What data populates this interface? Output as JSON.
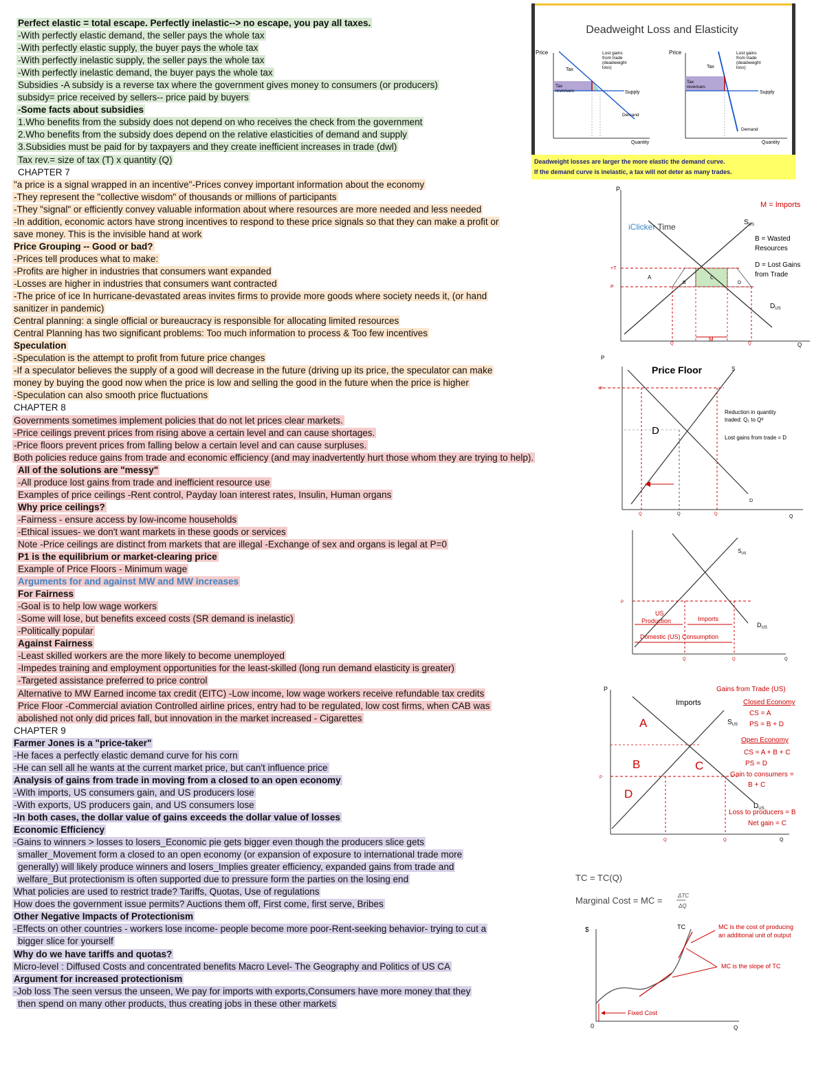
{
  "lines": [
    {
      "t": "Perfect elastic = total escape.  Perfectly inelastic--> no escape, you pay all taxes.",
      "h": "g",
      "s": "b",
      "i": 6
    },
    {
      "t": "-With perfectly elastic demand, the seller pays the whole tax",
      "h": "g",
      "i": 6
    },
    {
      "t": "-With perfectly elastic supply, the buyer pays the whole tax",
      "h": "g",
      "i": 6
    },
    {
      "t": "-With perfectly inelastic supply, the seller pays the whole tax",
      "h": "g",
      "i": 6
    },
    {
      "t": "-With perfectly inelastic demand, the buyer pays the whole tax",
      "h": "g",
      "i": 6
    },
    {
      "t": " Subsidies -A subsidy is a reverse tax where the government gives money to consumers (or producers)",
      "h": "g",
      "i": 6
    },
    {
      "t": "subsidy= price received by sellers-- price paid by buyers",
      "h": "g",
      "i": 6
    },
    {
      "t": "-Some facts about subsidies",
      "h": "g",
      "s": "b",
      "i": 6
    },
    {
      "t": "1.Who benefits from the subsidy does not depend on who receives  the check from the government",
      "h": "g",
      "i": 6
    },
    {
      "t": "2.Who benefits from the subsidy does depend on the relative elasticities of demand and supply",
      "h": "g",
      "i": 6
    },
    {
      "t": "3.Subsidies must be paid for by taxpayers and they create inefficient increases in trade (dwl)",
      "h": "g",
      "i": 6
    },
    {
      "t": "Tax rev.= size of tax (T)  x quantity (Q)",
      "h": "g",
      "i": 6
    },
    {
      "t": " CHAPTER 7",
      "h": "",
      "i": 6
    },
    {
      "t": "\"a price is a signal wrapped in an incentive\"-Prices convey important information about the economy",
      "h": "o"
    },
    {
      "t": "-They represent the \"collective wisdom\" of thousands or millions of participants",
      "h": "o"
    },
    {
      "t": "-They \"signal\" or efficiently convey valuable information about where resources are more needed and less needed",
      "h": "o"
    },
    {
      "t": "-In addition, economic actors have strong incentives to respond to these price signals so that they can make a profit or",
      "h": "o"
    },
    {
      "t": "save money. This is the invisible hand at work",
      "h": "o"
    },
    {
      "t": "Price Grouping -- Good or bad?",
      "h": "o",
      "s": "b"
    },
    {
      "t": "-Prices tell produces what to make:",
      "h": "o"
    },
    {
      "t": "-Profits are higher in industries that consumers want expanded",
      "h": "o"
    },
    {
      "t": "-Losses are higher in industries that consumers want contracted",
      "h": "o"
    },
    {
      "t": "-The price of ice In hurricane-devastated areas invites firms to provide more goods where society needs it, (or hand",
      "h": "o"
    },
    {
      "t": "sanitizer in pandemic)",
      "h": "o"
    },
    {
      "t": "Central planning: a single official or bureaucracy is responsible for allocating limited resources",
      "h": "o"
    },
    {
      "t": "Central Planning has two significant problems: Too much information to process & Too few incentives",
      "h": "o"
    },
    {
      "t": "Speculation",
      "h": "o",
      "s": "b"
    },
    {
      "t": "-Speculation is the attempt to profit from future price changes",
      "h": "o"
    },
    {
      "t": "-If a speculator believes the supply of a good will decrease in the future (driving up its price, the speculator can make",
      "h": "o"
    },
    {
      "t": "money by buying the good now when the price is low and selling the good in the future when the price is higher",
      "h": "o"
    },
    {
      "t": "-Speculation can also smooth price fluctuations",
      "h": "o"
    },
    {
      "t": "CHAPTER 8",
      "h": ""
    },
    {
      "t": "Governments sometimes implement policies that do not let prices clear markets.",
      "h": "p"
    },
    {
      "t": "-Price ceilings prevent prices from rising above a certain level and can cause shortages.",
      "h": "p"
    },
    {
      "t": "-Price floors prevent prices from falling below a certain level and can cause surpluses.",
      "h": "p"
    },
    {
      "t": " Both policies reduce gains from trade and economic efficiency (and may inadvertently hurt those whom they are trying to help).",
      "h": "p"
    },
    {
      "t": "  All of the solutions are \"messy\"",
      "h": "p",
      "s": "b",
      "i": 6
    },
    {
      "t": "-All produce lost gains from trade and inefficient resource use",
      "h": "p",
      "i": 6
    },
    {
      "t": "Examples of price ceilings  -Rent control, Payday loan interest rates, Insulin, Human organs",
      "h": "p",
      "i": 6
    },
    {
      "t": "Why price ceilings?",
      "h": "p",
      "s": "b",
      "i": 6
    },
    {
      "t": "-Fairness - ensure access by low-income households",
      "h": "p",
      "i": 6
    },
    {
      "t": "-Ethical issues- we don't want markets in these goods or services",
      "h": "p",
      "i": 6
    },
    {
      "t": "Note -Price ceilings are distinct from markets that are illegal       -Exchange of sex and organs is legal at P=0",
      "h": "p",
      "i": 6
    },
    {
      "t": "P1 is the equilibrium or market-clearing price",
      "h": "p",
      "s": "b",
      "i": 6
    },
    {
      "t": "Example of Price Floors - Minimum wage",
      "h": "p",
      "i": 6
    },
    {
      "t": "Arguments for and against MW and MW increases",
      "h": "p",
      "s": "blue",
      "i": 6
    },
    {
      "t": "For Fairness",
      "h": "p",
      "s": "b",
      "i": 6
    },
    {
      "t": "-Goal is to help low wage workers",
      "h": "p",
      "i": 6
    },
    {
      "t": "-Some will lose, but benefits exceed costs (SR demand is inelastic)",
      "h": "p",
      "i": 6
    },
    {
      "t": "-Politically popular",
      "h": "p",
      "i": 6
    },
    {
      "t": "Against Fairness",
      "h": "p",
      "s": "b",
      "i": 6
    },
    {
      "t": "-Least skilled workers are the more likely to become unemployed",
      "h": "p",
      "i": 6
    },
    {
      "t": "-Impedes training and employment opportunities for the least-skilled (long run demand elasticity is greater)",
      "h": "p",
      "i": 6
    },
    {
      "t": "-Targeted assistance preferred to price control",
      "h": "p",
      "i": 6
    },
    {
      "t": "Alternative to MW  Earned income tax credit (EITC)     -Low income, low wage workers receive refundable tax credits",
      "h": "p",
      "i": 6
    },
    {
      "t": "Price Floor -Commercial aviation  Controlled airline prices, entry had to be regulated, low cost firms, when CAB was",
      "h": "p",
      "i": 6
    },
    {
      "t": "abolished not only did prices fall, but innovation in the market increased - Cigarettes",
      "h": "p",
      "i": 6
    },
    {
      "t": "CHAPTER 9",
      "h": ""
    },
    {
      "t": "Farmer Jones is a \"price-taker\"",
      "h": "v",
      "s": "b"
    },
    {
      "t": "-He faces a perfectly elastic demand curve for his corn",
      "h": "v"
    },
    {
      "t": "-He can sell all he wants at the current market price, but can't influence price",
      "h": "v"
    },
    {
      "t": "Analysis of gains from trade in moving from a closed to an open economy",
      "h": "v",
      "s": "b"
    },
    {
      "t": "-With imports, US consumers gain, and US producers lose",
      "h": "v"
    },
    {
      "t": "-With exports, US producers gain, and US consumers lose",
      "h": "v"
    },
    {
      "t": "-In both cases, the dollar value of gains exceeds the dollar value of losses",
      "h": "v",
      "s": "b"
    },
    {
      "t": "Economic Efficiency",
      "h": "v",
      "s": "b"
    },
    {
      "t": "-Gains to winners > losses to losers_Economic pie gets bigger even though the producers slice gets",
      "h": "v"
    },
    {
      "t": "  smaller_Movement form a closed to an open economy (or expansion of exposure to international trade more",
      "h": "v",
      "i": 6
    },
    {
      "t": "  generally) will likely produce winners and losers_Implies greater efficiency, expanded gains from trade and",
      "h": "v",
      "i": 6
    },
    {
      "t": "  welfare_But protectionism is often supported due to pressure form the parties on the losing end",
      "h": "v",
      "i": 6
    },
    {
      "t": " What policies are used to restrict trade? Tariffs, Quotas, Use of regulations",
      "h": "v"
    },
    {
      "t": "How does the government issue permits? Auctions them off, First come, first serve, Bribes",
      "h": "v"
    },
    {
      "t": "Other Negative Impacts of Protectionism",
      "h": "v",
      "s": "b"
    },
    {
      "t": "-Effects on other countries - workers lose income- people become more poor-Rent-seeking behavior- trying to cut a",
      "h": "v"
    },
    {
      "t": "  bigger slice for yourself",
      "h": "v",
      "i": 6
    },
    {
      "t": "Why do we have tariffs and quotas?",
      "h": "v",
      "s": "b"
    },
    {
      "t": "Micro-level : Diffused Costs and concentrated benefits       Macro Level- The Geography and Politics of US CA",
      "h": "v"
    },
    {
      "t": "Argument for increased protectionism",
      "h": "v",
      "s": "b"
    },
    {
      "t": "-Job loss  The seen versus the unseen, We pay for imports with exports,Consumers have more money that they",
      "h": "v"
    },
    {
      "t": "  then spend on many other products, thus creating jobs in these other markets",
      "h": "v",
      "i": 6
    }
  ],
  "fig1": {
    "title": "Deadweight Loss and Elasticity",
    "price": "Price",
    "quantity": "Quantity",
    "tax": "Tax",
    "tax_revenues": "Tax revenues",
    "supply": "Supply",
    "demand": "Demand",
    "lost_gains_left": "Lost gains from trade (deadweight loss)",
    "lost_gains_right": "Lost gains from trade (deadweight loss)",
    "caption1": "Deadweight losses are larger the more elastic the demand curve.",
    "caption2": "If the demand curve is inelastic, a tax will not deter as many trades."
  },
  "fig2": {
    "p": "P",
    "q": "Q",
    "title_a": "iClicker",
    "title_b": " Time",
    "m_imports": "M = Imports",
    "s_us": "S",
    "d_us": "D",
    "sub_us": "US",
    "b_label": "B = Wasted Resources",
    "d_label": "D = Lost Gains from Trade",
    "pt": "+T",
    "pw": "P",
    "a": "A",
    "b": "B",
    "c": "C",
    "d": "D",
    "q1": "Q",
    "q2": "Q",
    "m2": "M"
  },
  "fig3": {
    "title": "Price Floor",
    "p": "P",
    "q": "Q",
    "s": "S",
    "d": "D",
    "pf": "P",
    "d_mark": "D",
    "note1": "Reduction in quantity",
    "note2": "traded: Q₁ to Qᵈ",
    "note3": "Lost gains from trade = D",
    "q_d": "Q",
    "q_1": "Q",
    "q_s": "Q"
  },
  "fig4": {
    "s_us": "S",
    "d_us": "D",
    "sub": "US",
    "pw": "P",
    "us_production": "US Production",
    "imports": "Imports",
    "domestic": "Domestic (US) Consumption",
    "q1": "Q",
    "q2": "Q",
    "q": "Q"
  },
  "fig5": {
    "p": "P",
    "q": "Q",
    "imports": "Imports",
    "s_us": "S",
    "d_us": "D",
    "sub": "US",
    "a": "A",
    "b": "B",
    "c": "C",
    "d": "D",
    "pw": "P",
    "gains": "Gains from Trade (US)",
    "closed": "Closed Economy",
    "closed_cs": "CS = A",
    "closed_ps": "PS = B + D",
    "open": "Open Economy",
    "open_cs": "CS = A + B + C",
    "open_ps": "PS = D",
    "gain_cons": "Gain to consumers =",
    "gain_cons2": "B + C",
    "loss_prod": "Loss to producers = B",
    "net_gain": "Net gain = C",
    "q1": "Q",
    "q2": "Q"
  },
  "fig6": {
    "tc_eq": "TC = TC(Q)",
    "mc_eq": "Marginal Cost = MC = ",
    "frac_top": "ΔTC",
    "frac_bottom": "ΔQ",
    "dollar": "$",
    "tc": "TC",
    "zero": "0",
    "q": "Q",
    "note1a": "MC is the cost of producing",
    "note1b": "an additional unit of output",
    "note2": "MC is the slope of TC",
    "fixed": "Fixed Cost"
  }
}
